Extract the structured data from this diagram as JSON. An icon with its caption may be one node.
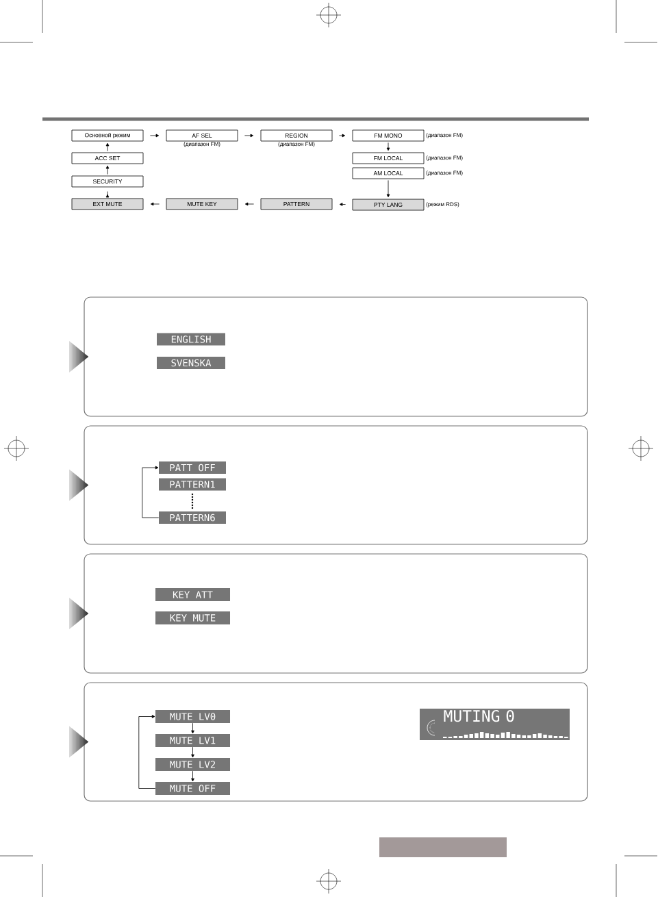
{
  "diagram": {
    "nodes": [
      {
        "text": [
          "Основной режим"
        ]
      },
      {
        "text": [
          "AF SEL"
        ],
        "beside": [
          "(диапазон FM)"
        ]
      },
      {
        "text": [
          "REGION"
        ],
        "beside": [
          "(диапазон FM)"
        ]
      },
      {
        "text": [
          "FM MONO"
        ],
        "beside": [
          "(диапазон FM)"
        ]
      },
      {
        "text": [
          "FM LOCAL"
        ],
        "beside": [
          "(диапазон FM)"
        ]
      },
      {
        "text": [
          "AM LOCAL"
        ],
        "beside": [
          "(диапазон FM)"
        ]
      },
      {
        "text": [
          "PTY LANG"
        ],
        "beside": [
          "(режим RDS)"
        ]
      },
      {
        "text": [
          "PATTERN"
        ]
      },
      {
        "text": [
          "MUTE KEY"
        ]
      },
      {
        "text": [
          "EXT MUTE"
        ]
      },
      {
        "text": [
          "SECURITY"
        ]
      },
      {
        "text": [
          "ACC SET"
        ]
      },
      {
        "text": [],
        "shape": "box"
      },
      {
        "text": [
          "ENGLISH"
        ],
        "in": 12
      },
      {
        "text": [
          "SVENSKA"
        ],
        "in": 12
      },
      {
        "text": [],
        "shape": "box"
      },
      {
        "text": [
          "PATT OFF"
        ],
        "in": 15
      },
      {
        "text": [
          "PATTERN1"
        ],
        "in": 15
      },
      {
        "text": [
          "PATTERN6"
        ],
        "in": 15
      },
      {
        "text": [],
        "shape": "box"
      },
      {
        "text": [
          "KEY ATT"
        ],
        "in": 19
      },
      {
        "text": [
          "KEY MUTE"
        ],
        "in": 19
      },
      {
        "text": [],
        "shape": "box"
      },
      {
        "text": [
          "MUTE LV0"
        ],
        "in": 22
      },
      {
        "text": [
          "MUTE LV1"
        ],
        "in": 22
      },
      {
        "text": [
          "MUTE LV2"
        ],
        "in": 22
      },
      {
        "text": [
          "MUTE OFF"
        ],
        "in": 22
      },
      {
        "text": [
          "MUTING 0"
        ],
        "in": 22
      }
    ],
    "edges": [
      {
        "from": 0,
        "to": 1,
        "arrow": "to"
      },
      {
        "from": 1,
        "to": 2,
        "arrow": "to"
      },
      {
        "from": 2,
        "to": 3,
        "arrow": "to"
      },
      {
        "from": 3,
        "to": 4,
        "arrow": "to"
      },
      {
        "from": 5,
        "to": 6,
        "arrow": "to"
      },
      {
        "from": 6,
        "to": 7,
        "arrow": "to"
      },
      {
        "from": 7,
        "to": 8,
        "arrow": "to"
      },
      {
        "from": 8,
        "to": 9,
        "arrow": "to"
      },
      {
        "from": 9,
        "to": 10,
        "arrow": "to"
      },
      {
        "from": 10,
        "to": 11,
        "arrow": "to"
      },
      {
        "from": 11,
        "to": 0,
        "arrow": "to"
      },
      {
        "from": 18,
        "to": 16,
        "arrow": "to"
      },
      {
        "from": 23,
        "to": 24,
        "arrow": "to"
      },
      {
        "from": 24,
        "to": 25,
        "arrow": "to"
      },
      {
        "from": 25,
        "to": 26,
        "arrow": "to"
      },
      {
        "from": 26,
        "to": 23,
        "arrow": "to"
      }
    ]
  }
}
